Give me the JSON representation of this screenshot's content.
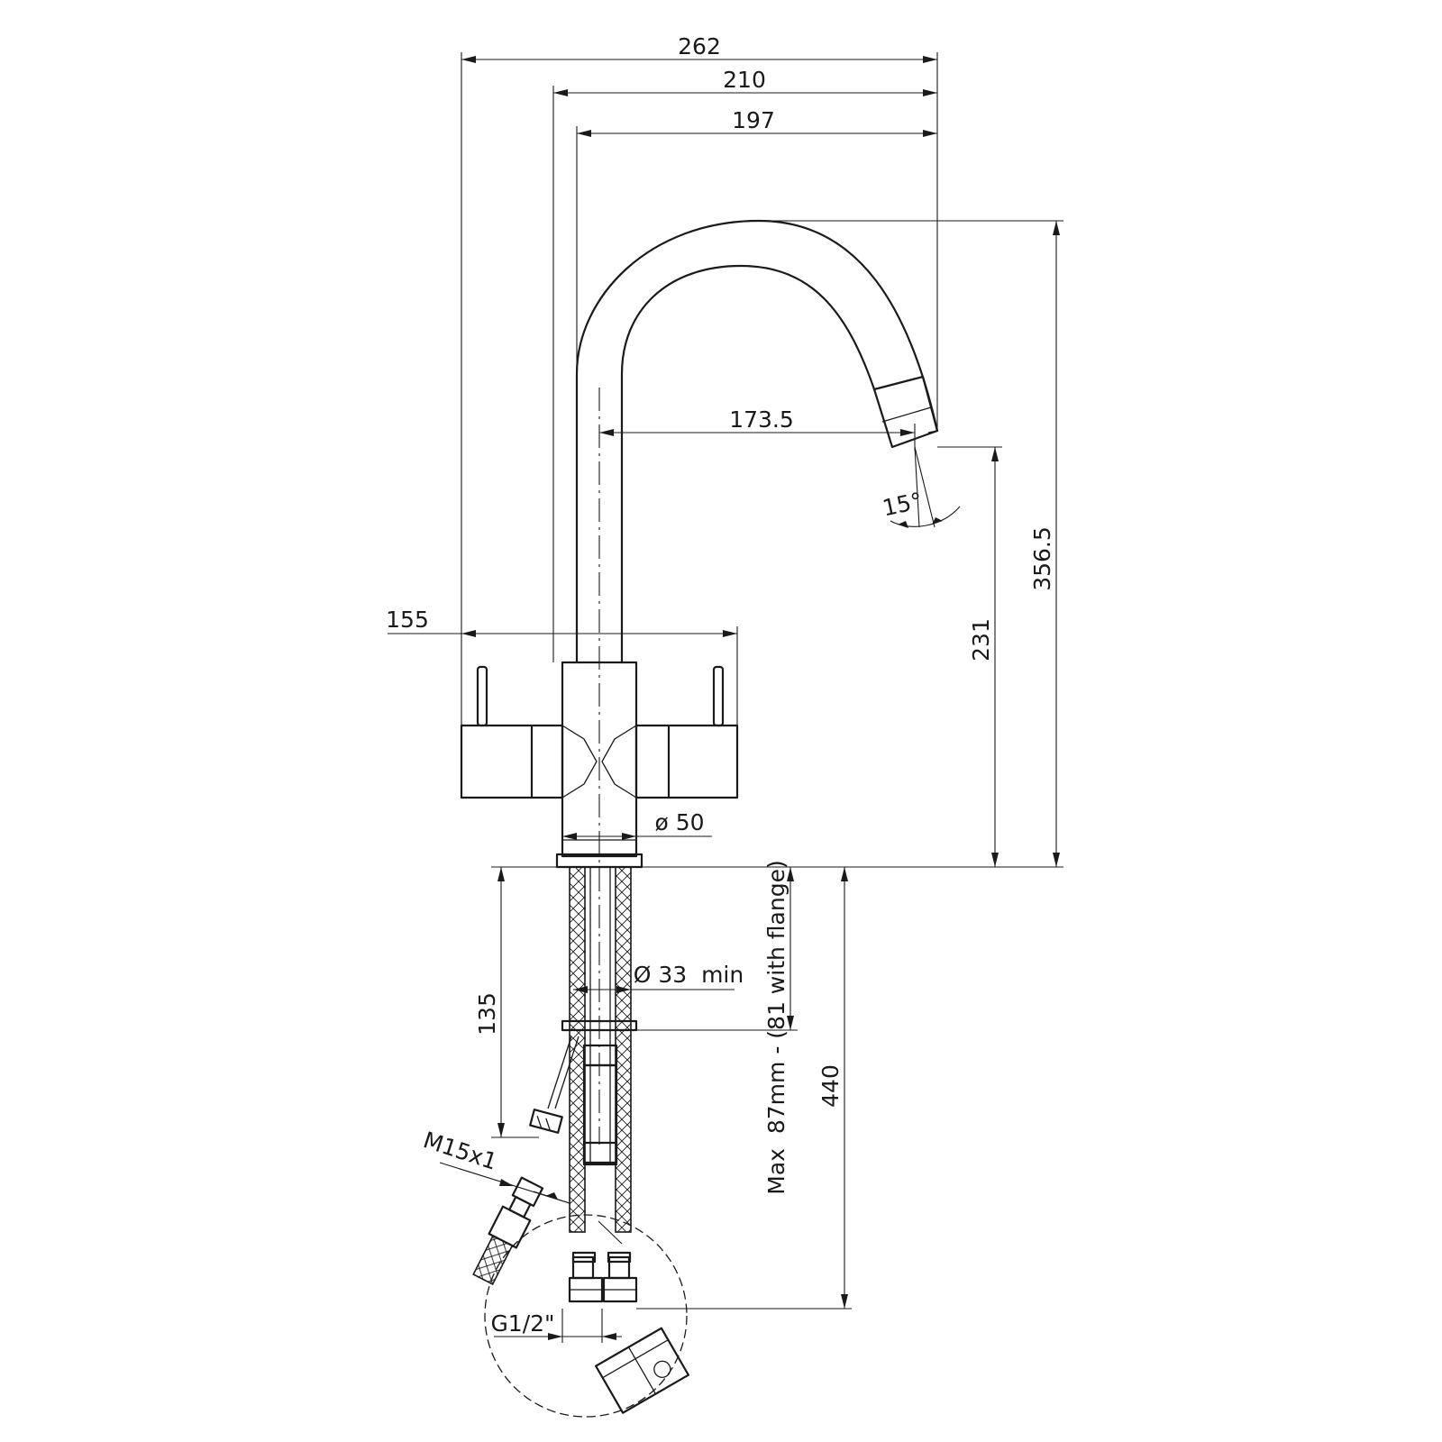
{
  "dimensions": {
    "overall_width": "262",
    "spout_reach": "210",
    "spout_outer": "197",
    "outlet_offset": "173.5",
    "spray_angle": "15°",
    "total_height": "356.5",
    "outlet_height": "231",
    "handle_span": "155",
    "body_diameter": "ø 50",
    "hole_diameter": "Ø 33  min",
    "mount_depth": "135",
    "deck_thickness": "Max  87mm - (81 with flange)",
    "hose_length": "440",
    "hose_thread": "M15x1",
    "inlet_thread": "G1/2\""
  },
  "colors": {
    "line": "#1a1a1a",
    "background": "#ffffff"
  }
}
